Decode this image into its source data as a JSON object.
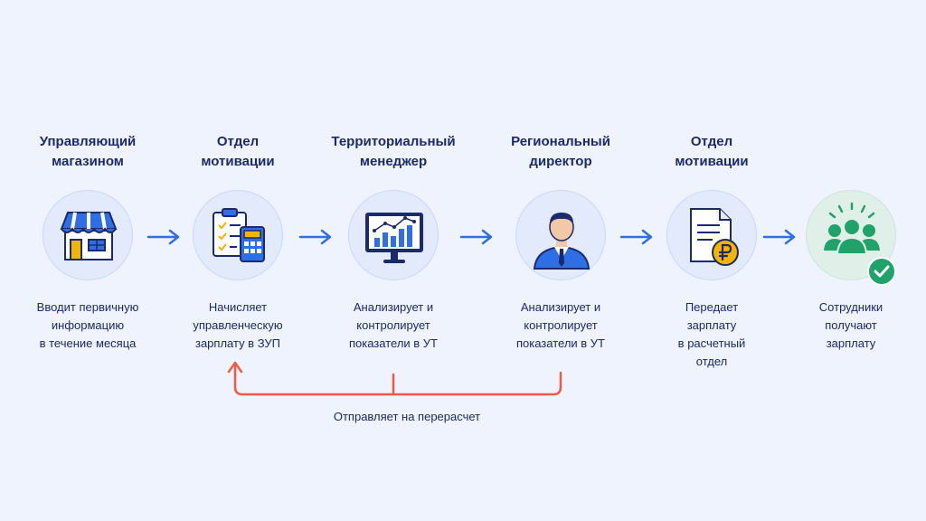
{
  "stages": [
    {
      "title": [
        "Управляющий",
        "магазином"
      ],
      "description": [
        "Вводит первичную",
        "информацию",
        "в течение месяца"
      ],
      "icon": "store-icon"
    },
    {
      "title": [
        "Отдел",
        "мотивации"
      ],
      "description": [
        "Начисляет",
        "управленческую",
        "зарплату в ЗУП"
      ],
      "icon": "clipboard-calculator-icon"
    },
    {
      "title": [
        "Территориальный",
        "менеджер"
      ],
      "description": [
        "Анализирует и",
        "контролирует",
        "показатели в УТ"
      ],
      "icon": "monitor-chart-icon"
    },
    {
      "title": [
        "Региональный",
        "директор"
      ],
      "description": [
        "Анализирует и",
        "контролирует",
        "показатели в УТ"
      ],
      "icon": "businessman-icon"
    },
    {
      "title": [
        "Отдел",
        "мотивации"
      ],
      "description": [
        "Передает",
        "зарплату",
        "в расчетный",
        "отдел"
      ],
      "icon": "document-ruble-icon"
    },
    {
      "title": [],
      "description": [
        "Сотрудники",
        "получают",
        "зарплату"
      ],
      "icon": "team-check-icon"
    }
  ],
  "feedback": {
    "label": "Отправляет на перерасчет"
  },
  "colors": {
    "background": "#eef3fd",
    "primary": "#2f6fe6",
    "navy": "#1b2a6e",
    "loop": "#ef5a45",
    "green": "#1fa36b",
    "gold": "#f4b400"
  }
}
